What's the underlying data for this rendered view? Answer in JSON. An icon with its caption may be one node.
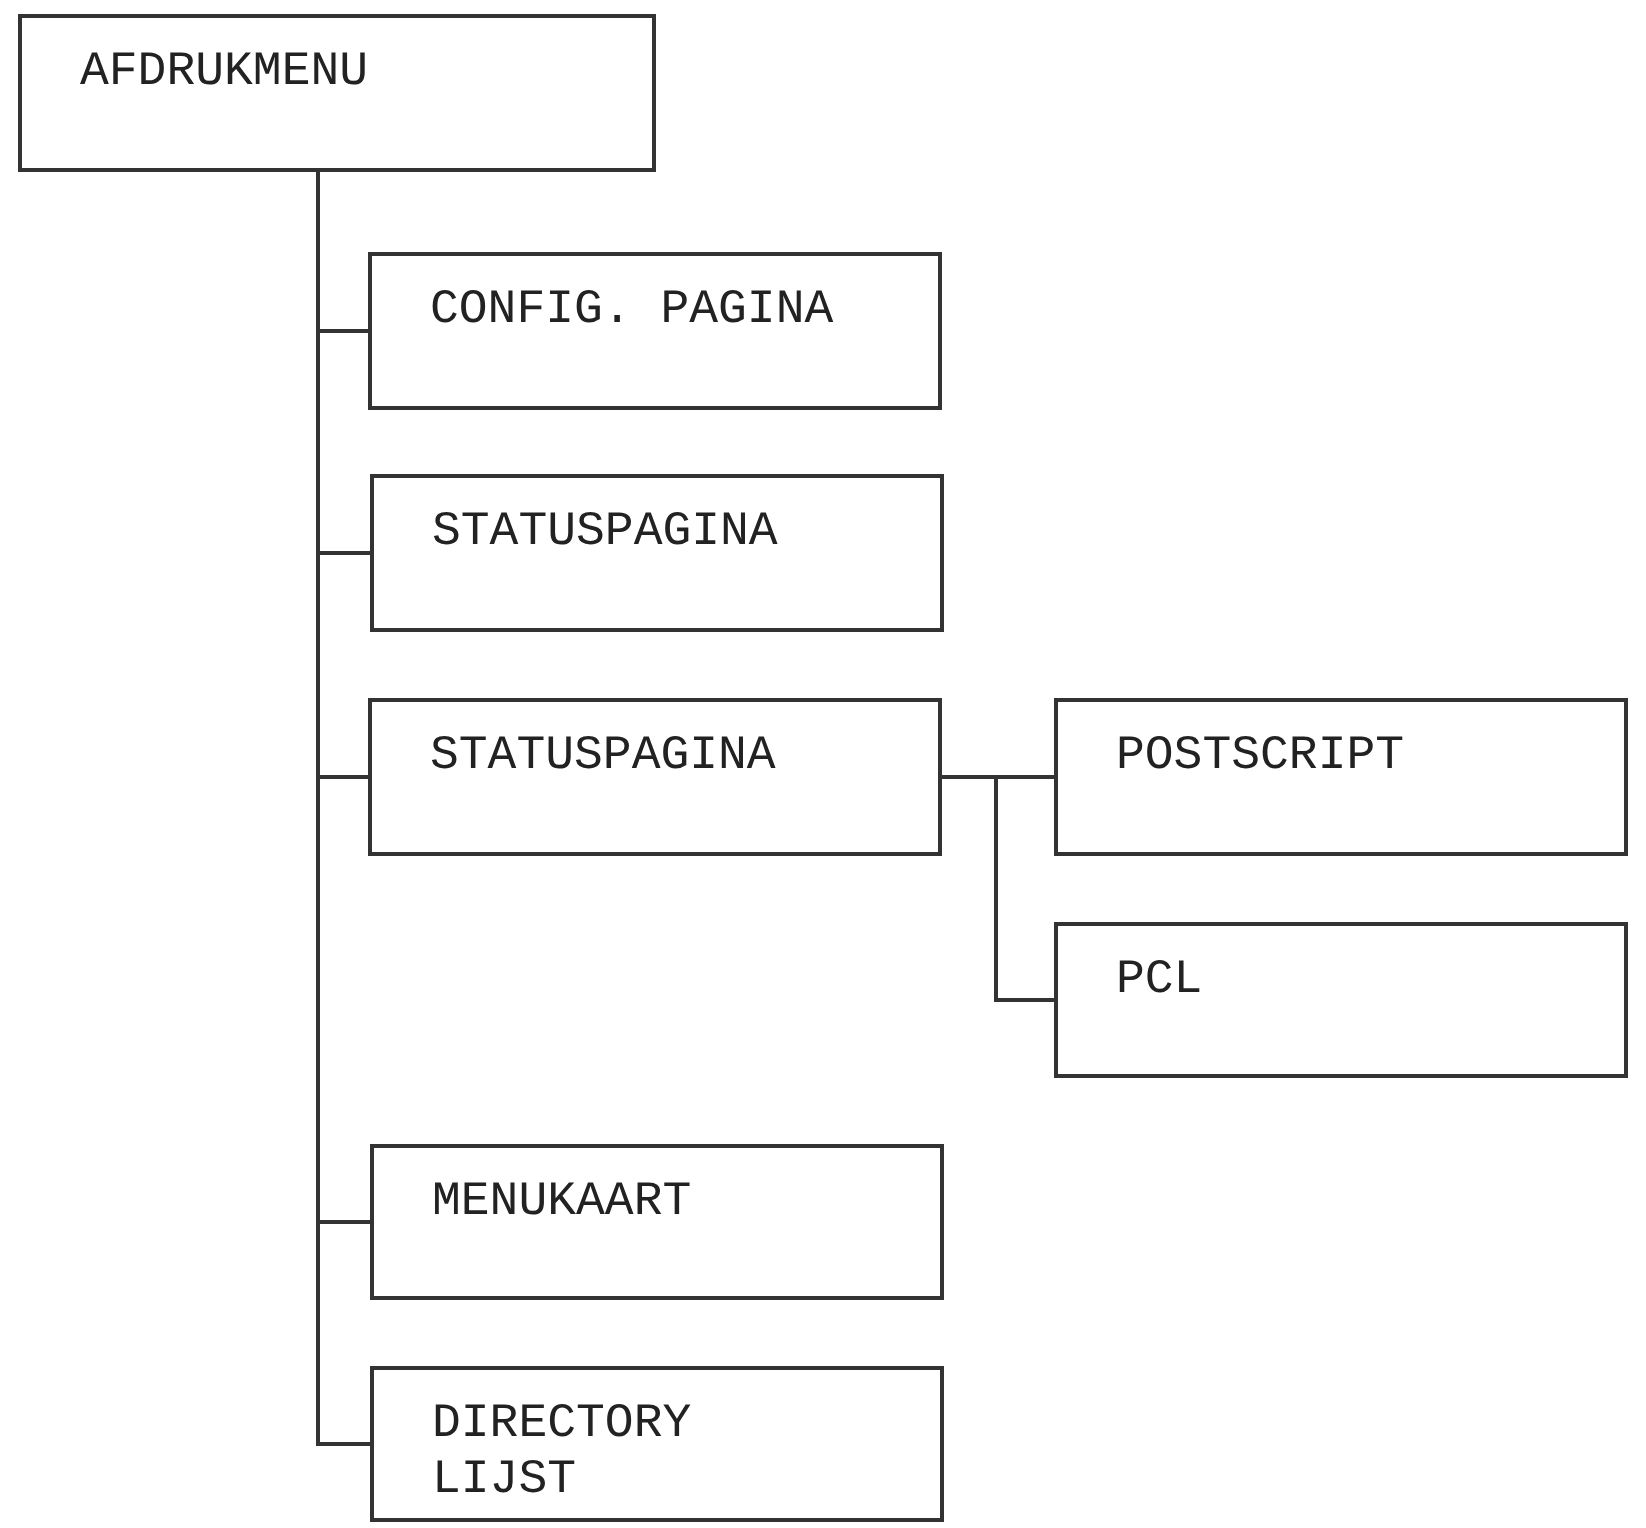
{
  "diagram": {
    "nodes": [
      {
        "text": [
          "AFDRUKMENU"
        ]
      },
      {
        "text": [
          "CONFIG. PAGINA"
        ]
      },
      {
        "text": [
          "STATUSPAGINA"
        ]
      },
      {
        "text": [
          "STATUSPAGINA"
        ]
      },
      {
        "text": [
          "POSTSCRIPT"
        ]
      },
      {
        "text": [
          "PCL"
        ]
      },
      {
        "text": [
          "MENUKAART"
        ]
      },
      {
        "text": [
          "DIRECTORY LIJST"
        ]
      }
    ],
    "edges": [
      {
        "from": 0,
        "to": 1,
        "arrow": "none"
      },
      {
        "from": 0,
        "to": 2,
        "arrow": "none"
      },
      {
        "from": 0,
        "to": 3,
        "arrow": "none"
      },
      {
        "from": 0,
        "to": 6,
        "arrow": "none"
      },
      {
        "from": 0,
        "to": 7,
        "arrow": "none"
      },
      {
        "from": 3,
        "to": 4,
        "arrow": "none"
      },
      {
        "from": 3,
        "to": 5,
        "arrow": "none"
      }
    ]
  }
}
